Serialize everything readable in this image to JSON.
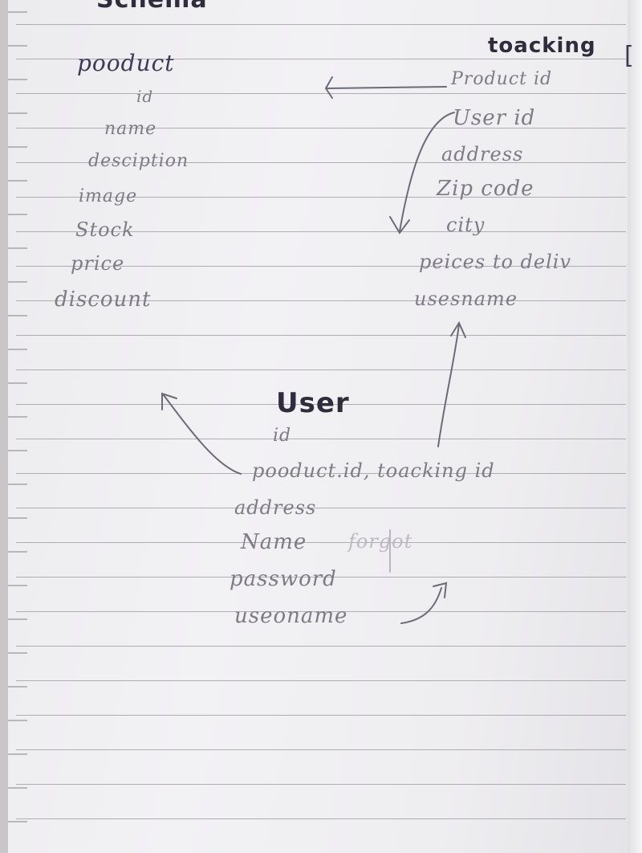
{
  "header": {
    "cut_title": "Schema"
  },
  "product": {
    "heading": "pooduct",
    "fields": [
      "id",
      "name",
      "desciption",
      "image",
      "Stock",
      "price",
      "discount"
    ]
  },
  "tracking": {
    "heading": "toacking",
    "fields": [
      "Product id",
      "User id",
      "address",
      "Zip code",
      "city",
      "peices to deliv",
      "usesname"
    ]
  },
  "user": {
    "heading": "User",
    "fields": [
      "id",
      "pooduct.id, toacking id",
      "address",
      "Name",
      "password",
      "useoname"
    ],
    "crossed_out": "forgot"
  },
  "colors": {
    "ink": "#5b5a66",
    "heading_ink": "#2f2c3c",
    "paper": "#efeef1",
    "rule": "#8d8b94"
  }
}
